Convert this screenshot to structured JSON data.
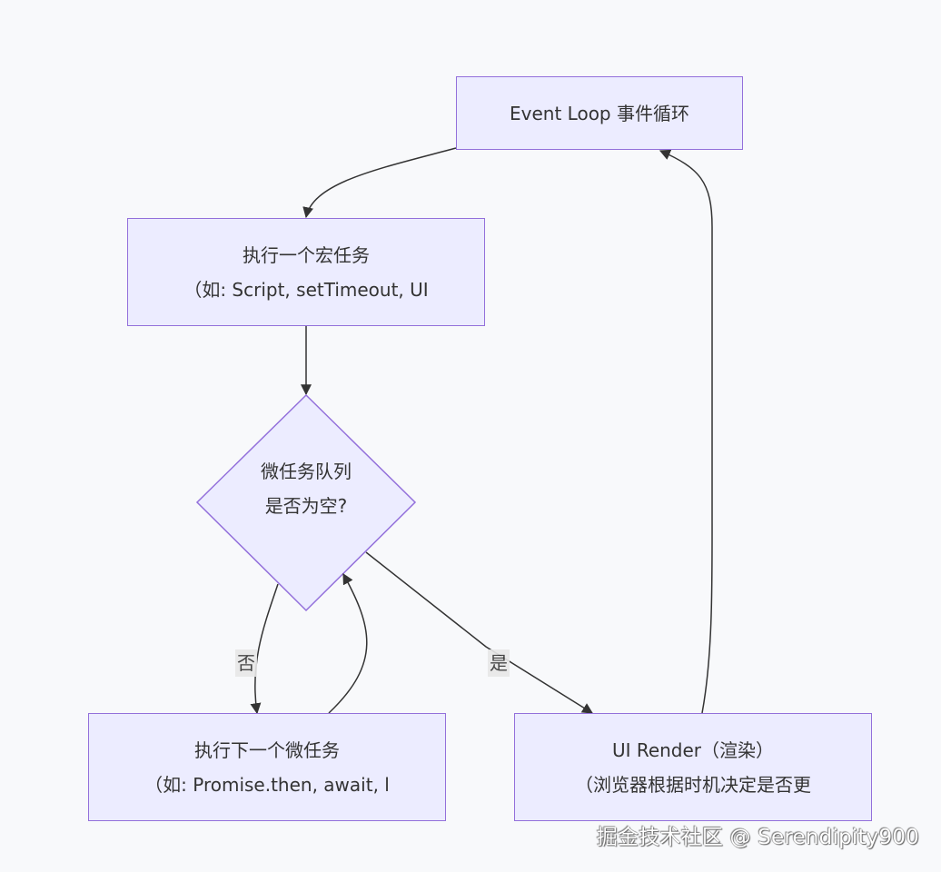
{
  "diagram": {
    "type": "flowchart",
    "colors": {
      "node_fill": "#ececff",
      "node_border": "#9370db",
      "edge": "#333333",
      "label_bg": "#e8e8e8",
      "background": "#f8f9fb"
    },
    "nodes": {
      "event_loop": {
        "lines": [
          "Event Loop 事件循环"
        ]
      },
      "macro_task": {
        "lines": [
          "执行一个宏任务",
          "（如: Script, setTimeout, UI"
        ]
      },
      "decision": {
        "lines": [
          "微任务队列",
          "是否为空?"
        ]
      },
      "micro_task": {
        "lines": [
          "执行下一个微任务",
          "（如: Promise.then, await, l"
        ]
      },
      "ui_render": {
        "lines": [
          "UI Render（渲染）",
          "（浏览器根据时机决定是否更"
        ]
      }
    },
    "edges": [
      {
        "from": "event_loop",
        "to": "macro_task",
        "label": ""
      },
      {
        "from": "macro_task",
        "to": "decision",
        "label": ""
      },
      {
        "from": "decision",
        "to": "micro_task",
        "label": "否"
      },
      {
        "from": "micro_task",
        "to": "decision",
        "label": ""
      },
      {
        "from": "decision",
        "to": "ui_render",
        "label": "是"
      },
      {
        "from": "ui_render",
        "to": "event_loop",
        "label": ""
      }
    ]
  },
  "watermark": "掘金技术社区 @ Serendipity900"
}
